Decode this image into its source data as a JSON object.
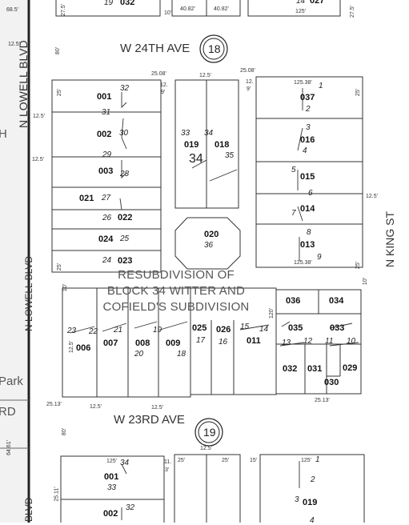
{
  "streets": {
    "w24th": "W 24TH AVE",
    "w23rd": "W 23RD AVE",
    "n_lowell_blvd_top": "N LOWELL BLVD",
    "n_lowell_blvd_mid": "N LOWELL BLVD",
    "lowell_bottom": "BLVD",
    "n_king_st": "N KING ST",
    "park": "Park",
    "rd": "RD",
    "h": "H"
  },
  "blocks": {
    "b18": "18",
    "b19": "19",
    "b34": "34"
  },
  "subdivision": [
    "RESUBDIVISION OF",
    "BLOCK 34 WITTER AND",
    "COFIELD'S SUBDIVISION"
  ],
  "parcels": {
    "p001": "001",
    "p002": "002",
    "p003": "003",
    "p021": "021",
    "p022": "022",
    "p024": "024",
    "p023": "023",
    "p019": "019",
    "p018": "018",
    "p020": "020",
    "p037": "037",
    "p016": "016",
    "p015": "015",
    "p014": "014",
    "p013": "013",
    "p036": "036",
    "p034": "034",
    "p035": "035",
    "p033": "033",
    "p006": "006",
    "p007": "007",
    "p008": "008",
    "p009": "009",
    "p025": "025",
    "p026": "026",
    "p011": "011",
    "p032": "032",
    "p031": "031",
    "p029": "029",
    "p030": "030",
    "p001b": "001",
    "p002b": "002",
    "p019b": "019",
    "top_032": "032",
    "top_027": "027"
  },
  "lots": {
    "l32": "32",
    "l31": "31",
    "l30": "30",
    "l29": "29",
    "l28": "28",
    "l27": "27",
    "l26": "26",
    "l25": "25",
    "l24": "24",
    "l33": "33",
    "l34": "34",
    "l35": "35",
    "l36": "36",
    "l1": "1",
    "l2": "2",
    "l3": "3",
    "l4": "4",
    "l5": "5",
    "l6": "6",
    "l7": "7",
    "l8": "8",
    "l9": "9",
    "l23": "23",
    "l22": "22",
    "l21": "21",
    "l19": "19",
    "l20": "20",
    "l18": "18",
    "l17": "17",
    "l16": "16",
    "l15": "15",
    "l14": "14",
    "l13": "13",
    "l12": "12",
    "l11": "11",
    "l10": "10",
    "b_l34": "34",
    "b_l33": "33",
    "b_l32": "32",
    "b_l1": "1",
    "b_l2": "2",
    "b_l3": "3",
    "b_l4": "4",
    "top_19": "19",
    "top_14": "14"
  },
  "dims": {
    "d68": "68.5'",
    "d125a": "12.5'",
    "d125b": "12.5'",
    "d125c": "12.5'",
    "d80": "80'",
    "d2508a": "25.08'",
    "d2508b": "25.08'",
    "d125top": "12.5'",
    "d12a": "12.",
    "d9a": "9'",
    "d12b": "12.",
    "d9b": "9'",
    "d12538a": "125.38'",
    "d12538b": "125.38'",
    "d25a": "25'",
    "d25b": "25'",
    "d25c": "25'",
    "d25d": "25'",
    "d125r": "12.5'",
    "d10a": "10'",
    "d10b": "10'",
    "d125d": "12.5'",
    "d125e": "12.5'",
    "d2513a": "25.13'",
    "d2513b": "25.13'",
    "d120": "120'",
    "d4082a": "40.82'",
    "d4082b": "40.82'",
    "d10c": "10'",
    "d125f": "125'",
    "d125g": "12.5'",
    "d125h": "125'",
    "d11": "11.",
    "d3": "3'",
    "d25e": "25'",
    "d25f": "25'",
    "d15": "15'",
    "d125i": "125'",
    "d2511": "25.11'",
    "d80b": "80'",
    "d6461": "64.61'",
    "d27a": "27.5'",
    "d27b": "27.5'",
    "d125j": "12.5'",
    "d125k": "12.5'"
  }
}
